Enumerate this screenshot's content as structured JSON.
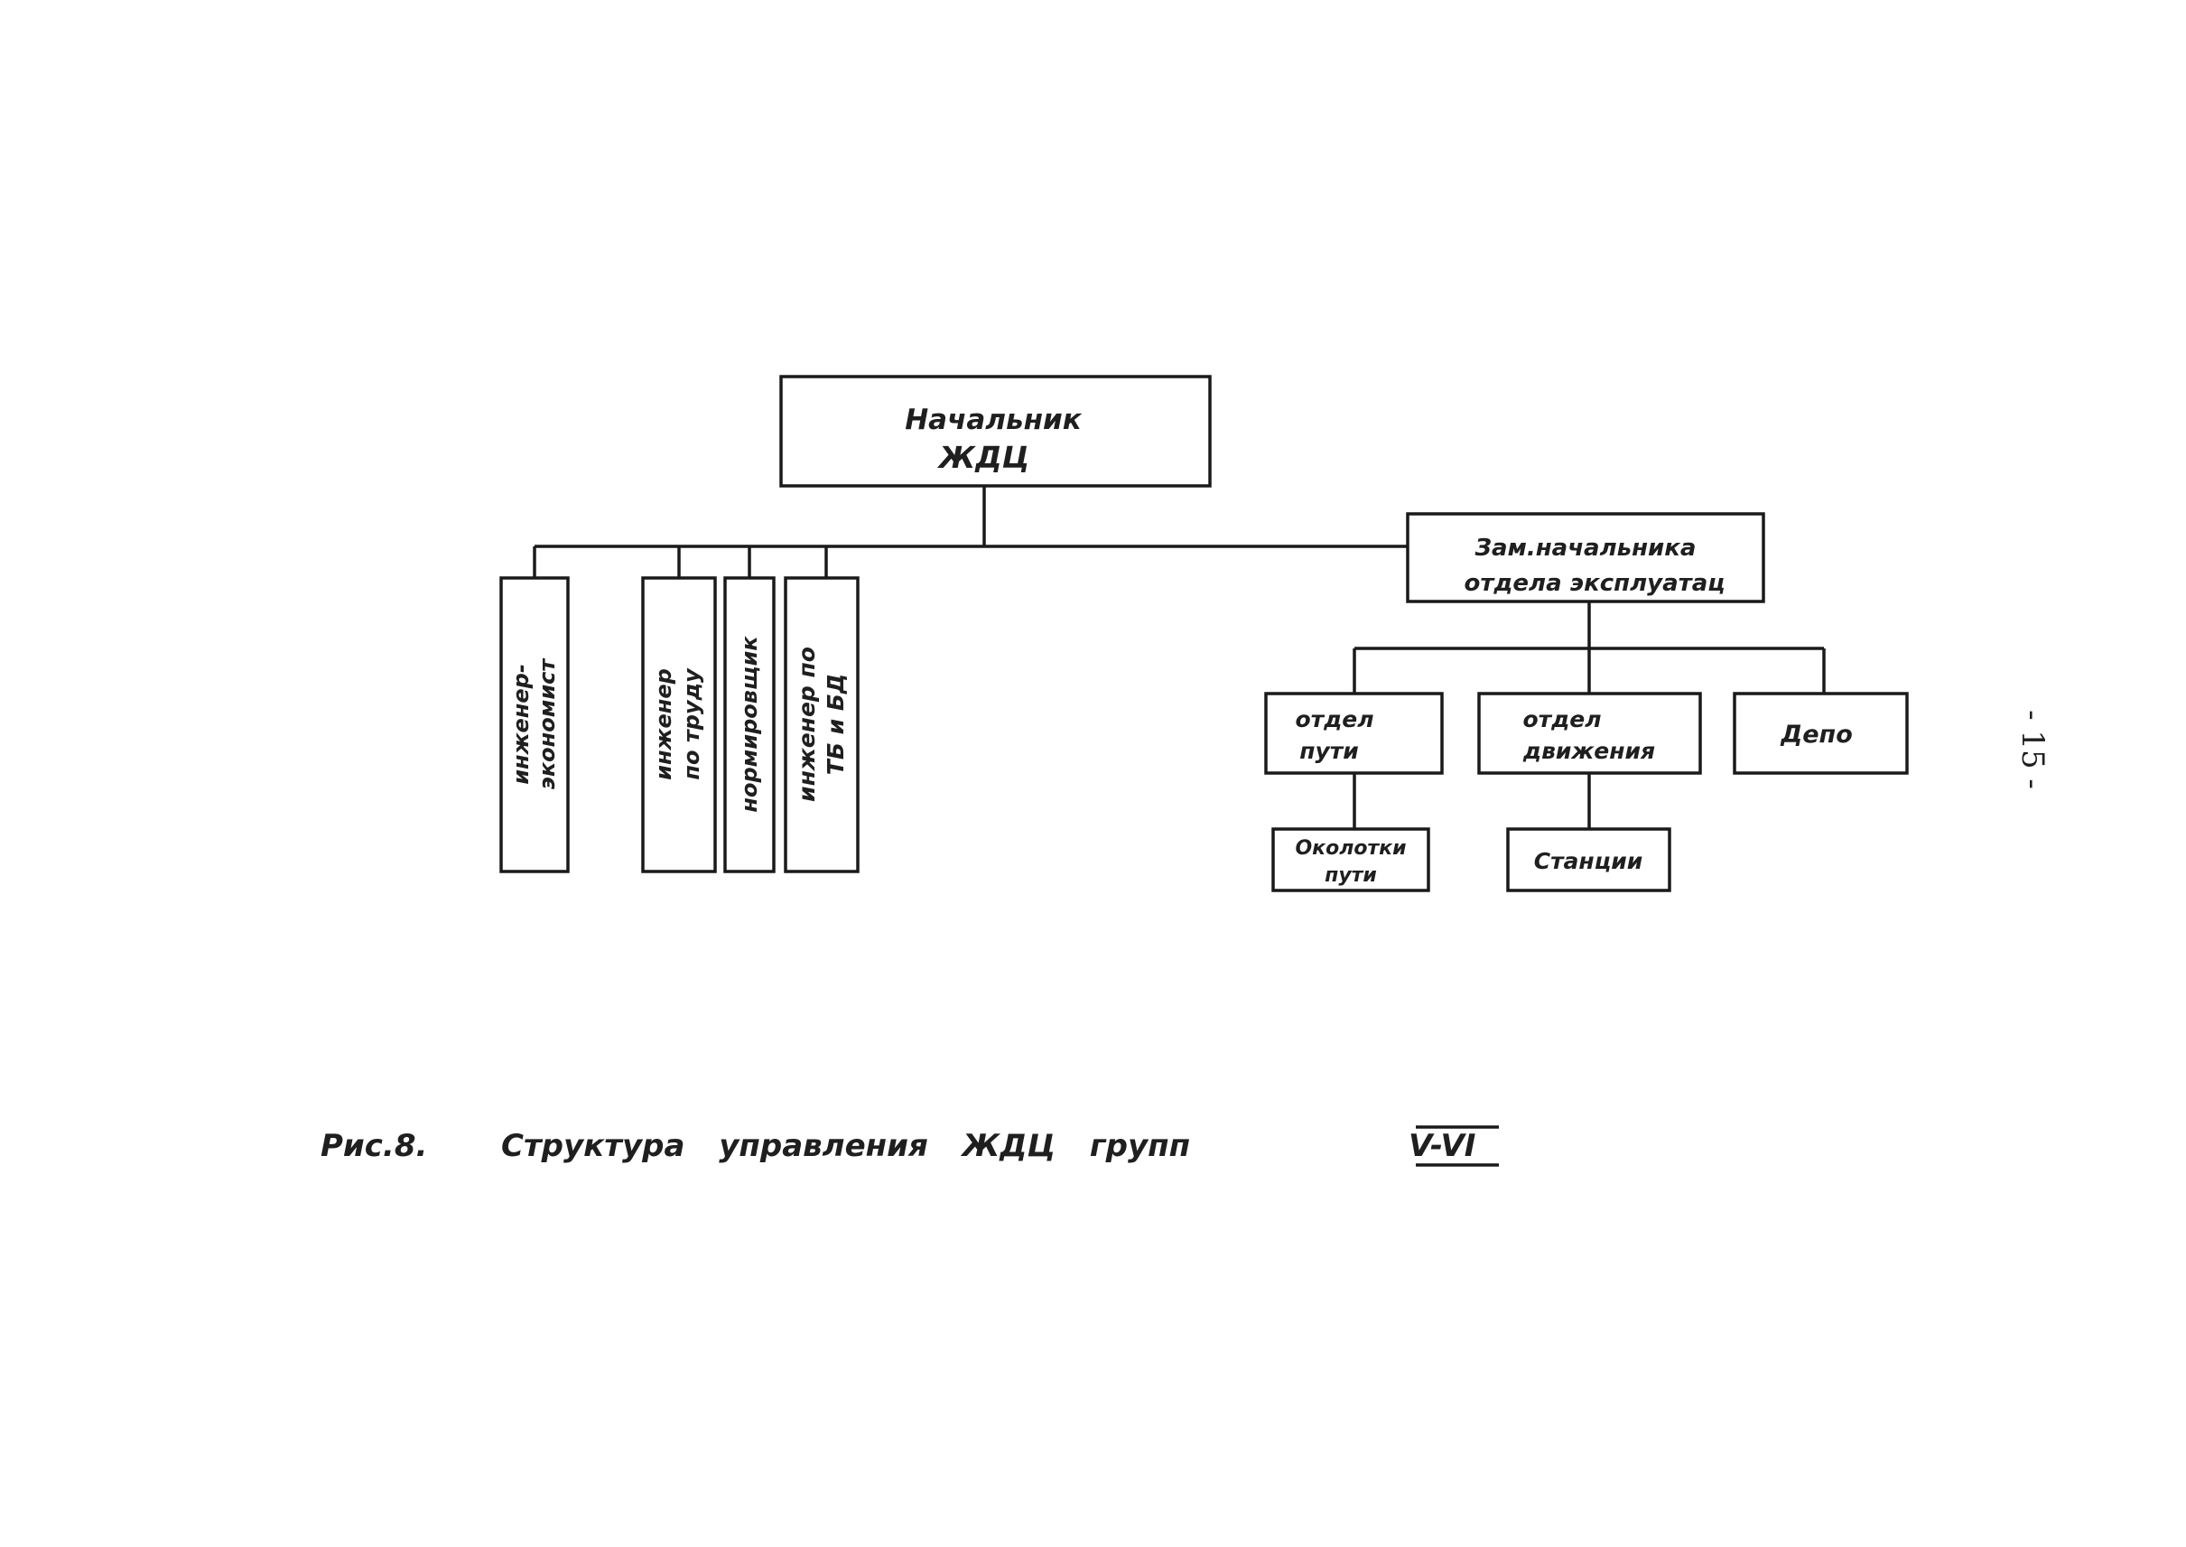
{
  "diagram": {
    "head": {
      "line1": "Начальник",
      "line2": "ЖДЦ"
    },
    "deputy": {
      "line1": "Зам.начальника",
      "line2": "отдела эксплуатац"
    },
    "staff": [
      {
        "line1": "инженер-",
        "line2": "экономист"
      },
      {
        "line1": "инженер",
        "line2": "по труду"
      },
      {
        "line1": "нормировщик"
      },
      {
        "line1": "инженер по",
        "line2": "ТБ и БД"
      }
    ],
    "departments": [
      {
        "line1": "отдел",
        "line2": "пути"
      },
      {
        "line1": "отдел",
        "line2": "движения"
      },
      {
        "line1": "Депо"
      }
    ],
    "subunits": [
      {
        "line1": "Околотки",
        "line2": "пути"
      },
      {
        "line1": "Станции"
      }
    ]
  },
  "caption": {
    "prefix": "Рис.8.",
    "text": "Структура управления ЖДЦ групп",
    "groups": "V-VI"
  },
  "page_number": "- 15 -"
}
